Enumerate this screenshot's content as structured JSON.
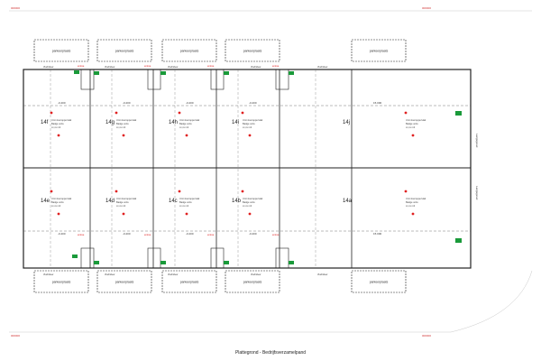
{
  "drawing": {
    "caption": "Plattegrond - Bedrijfsverzamelpand",
    "border_marks": [
      "000000",
      "000000",
      "000000",
      "000000"
    ],
    "parking_label": "parkeerplaats",
    "unit_ids_top": [
      "14f",
      "14g",
      "14h",
      "14i",
      "14j"
    ],
    "unit_ids_bottom": [
      "14e",
      "14d",
      "14c",
      "14b",
      "14a"
    ],
    "unit_spec_lines": [
      "Unit vloeroppervlak",
      "Badge units",
      "xx,xx m2"
    ],
    "elevations_top": [
      "-0.400",
      "-0.200",
      "-0.200",
      "-0.200",
      "15.000"
    ],
    "elevations_bottom": [
      "-0.400",
      "-0.200",
      "-0.200",
      "-0.200",
      "15.000"
    ],
    "door_label": "Vluchtdeur",
    "facade_label_right": "Langsgevel",
    "entrance_label": "entree",
    "colors": {
      "line": "#222222",
      "grid": "#555555",
      "marker": "#e02020",
      "exit_sign": "#1a9a3a",
      "border_mark": "#d03030"
    }
  }
}
